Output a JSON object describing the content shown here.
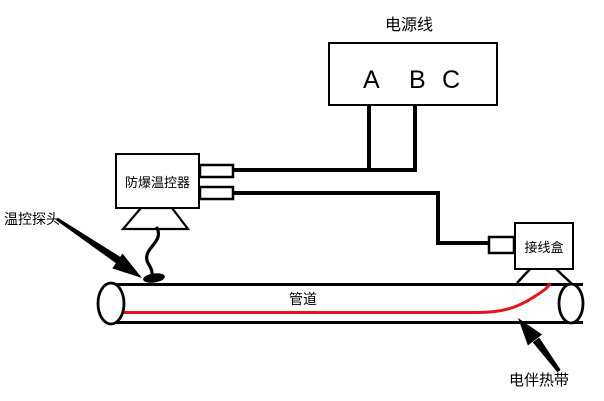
{
  "diagram": {
    "background_color": "#ffffff",
    "line_color": "#000000",
    "heat_tape_color": "#e8121e",
    "power_box": {
      "label": "电源线",
      "phases": [
        "A",
        "B",
        "C"
      ]
    },
    "controller": {
      "label": "防爆温控器"
    },
    "probe": {
      "label": "温控探头"
    },
    "junction_box": {
      "label": "接线盒"
    },
    "pipe": {
      "label": "管道"
    },
    "heat_tape": {
      "label": "电伴热带"
    }
  }
}
